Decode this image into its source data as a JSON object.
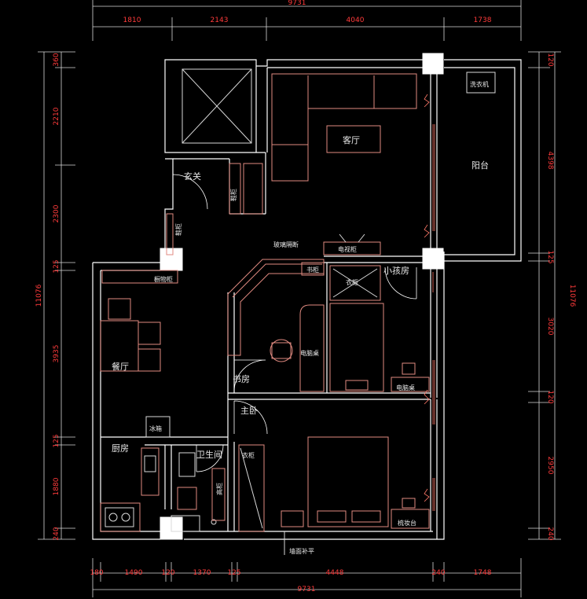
{
  "dimensions": {
    "top_total": "9731",
    "top": [
      "1810",
      "2143",
      "4040",
      "1738"
    ],
    "bottom_total": "9731",
    "bottom": [
      "180",
      "1490",
      "120",
      "1370",
      "125",
      "4448",
      "240",
      "1748"
    ],
    "left_total": "11076",
    "left": [
      "360",
      "2210",
      "2300",
      "125",
      "3935",
      "125",
      "1880",
      "240"
    ],
    "right_total": "11076",
    "right": [
      "120",
      "4398",
      "125",
      "3020",
      "120",
      "2950",
      "240"
    ]
  },
  "rooms": {
    "living": "客厅",
    "balcony": "阳台",
    "entry": "玄关",
    "dining": "餐厅",
    "study": "书房",
    "kids": "小孩房",
    "master": "主卧",
    "kitchen": "厨房",
    "bath": "卫生间"
  },
  "labels": {
    "washer": "洗衣机",
    "glass_partition": "玻璃隔断",
    "tv_cabinet": "电视柜",
    "bookcase": "书柜",
    "wardrobe_kids": "衣柜",
    "desk": "电脑桌",
    "kids_desk": "电脑桌",
    "sideboard": "橱物柜",
    "shoe_cabinet": "鞋柜",
    "fridge": "冰箱",
    "wardrobe_master": "衣柜",
    "dresser": "梳妆台",
    "wall_fill": "墙面补平",
    "bath_cabinet": "高柜",
    "shelf": "鞋柜"
  }
}
